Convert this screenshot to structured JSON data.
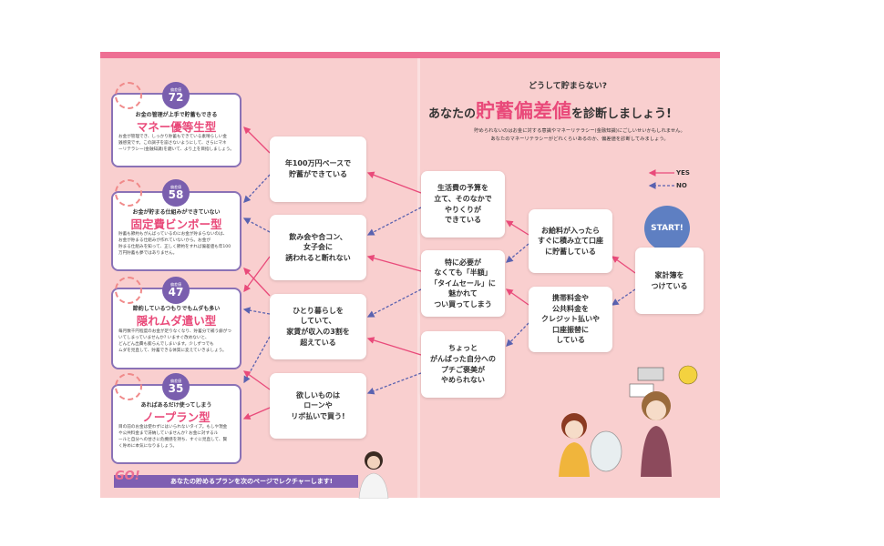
{
  "header": {
    "question": "どうして貯まらない?",
    "title_pre": "あなたの",
    "title_highlight": "貯蓄偏差値",
    "title_post": "を診断しましょう!",
    "lead": "貯められないのはお金に対する意識やマネーリテラシー(金融知識)にごしいせいかもしれません。\nあなたのマネーリテラシーがどれくらいあるのか、偏差値を診断してみましょう。"
  },
  "legend": {
    "yes": "YES",
    "no": "NO"
  },
  "start": {
    "label": "START!",
    "question": "家計簿を\nつけている"
  },
  "questions": {
    "q_salary": "お給料が入ったら\nすぐに積み立て口座\nに貯蓄している",
    "q_phone": "携帯料金や\n公共料金を\nクレジット払いや\n口座振替に\nしている",
    "q_budget": "生活費の予算を\n立て、そのなかで\nやりくりが\nできている",
    "q_sale": "特に必要が\nなくても「半額」\n「タイムセール」に\n魅かれて\nつい買ってしまう",
    "q_reward": "ちょっと\nがんばった自分への\nプチご褒美が\nやめられない",
    "q_million": "年100万円ペースで\n貯蓄ができている",
    "q_party": "飲み会や合コン、\n女子会に\n誘われると断れない",
    "q_rent": "ひとり暮らしを\nしていて、\n家賃が収入の3割を\n超えている",
    "q_loan": "欲しいものは\nローンや\nリボ払いで買う!"
  },
  "results": [
    {
      "badge_caption": "偏差値",
      "score": "72",
      "subtitle": "お金の管理が上手で貯蓄もできる",
      "title": "マネー優等生型",
      "body": "お金が管理でき、しっかり貯蓄もできている素晴らしい金\n銭感覚です。この調子を崩さないようにして、さらにマネ\nーリテラシー(金融知識)を磨いて、より上を目指しましょう。"
    },
    {
      "badge_caption": "偏差値",
      "score": "58",
      "subtitle": "お金が貯まる仕組みができていない",
      "title": "固定費ビンボー型",
      "body": "貯蓄も節約もがんばっているのにお金が貯まらないのは、\nお金が貯まる仕組みが作れていないから。お金が\n貯まる仕組みを知って、正しく節約をすれば偏差値も年100\n万円貯蓄も夢ではありません。"
    },
    {
      "badge_caption": "偏差値",
      "score": "47",
      "subtitle": "節約しているつもりでもムダも多い",
      "title": "隠れムダ遣い型",
      "body": "毎月数千円程度のお金が足りなくなり、貯蓄分で補う癖がつ\nいてしまっていませんか? いますぐ改めないと、\nどんどん出費も膨らんでしまいます。少しずつでも\nムダを見直して、貯蓄できる体質に変えていきましょう。"
    },
    {
      "badge_caption": "偏差値",
      "score": "35",
      "subtitle": "あればあるだけ使ってしまう",
      "title": "ノープラン型",
      "body": "目の前のお金は使わずにはいられないタイプ。もしや現金\nや公共料金まで滞納していませんか? お金に対するル\nールと自分への甘さに危機感を持ち、すぐに見直して、賢\nく貯めに本気になりましょう。"
    }
  ],
  "footer": {
    "go": "GO!",
    "text": "あなたの貯めるプランを次のページでレクチャーします!"
  },
  "colors": {
    "pink": "#e94a7a",
    "purple": "#7a5fae",
    "yes_arrow": "#e94a7a",
    "no_arrow": "#5a62b0"
  }
}
